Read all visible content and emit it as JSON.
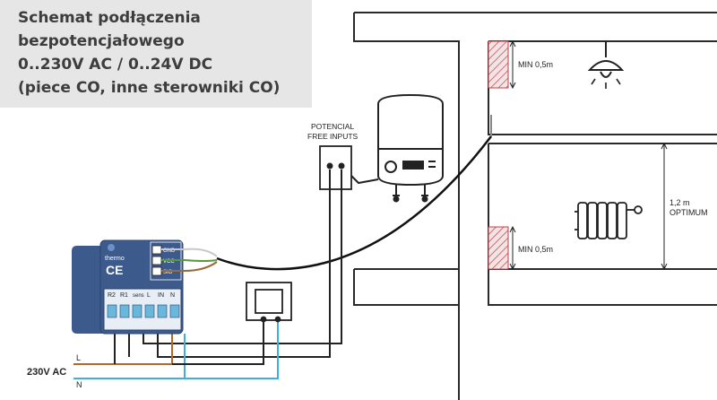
{
  "title": {
    "line1": "Schemat podłączenia",
    "line2": "bezpotencjałowego",
    "line3": "0..230V AC / 0..24V DC",
    "line4": "(piece CO, inne sterowniki CO)"
  },
  "labels": {
    "potencial": "POTENCIAL",
    "free_inputs": "FREE INPUTS",
    "min_top": "MIN 0,5m",
    "min_bottom": "MIN 0,5m",
    "height_value": "1,2 m",
    "height_label": "OPTIMUM",
    "supply": "230V AC",
    "wire_l": "L",
    "wire_n": "N"
  },
  "device": {
    "brand": "thermo",
    "ce": "CE",
    "terminals_right": [
      "GND",
      "VCC",
      "SIG"
    ],
    "terminals_bottom": [
      "R2",
      "R1",
      "sens",
      "L",
      "IN",
      "N"
    ]
  },
  "colors": {
    "wire_l": "#b06a28",
    "wire_n": "#3fb0d8",
    "device_blue": "#3d5a8c",
    "wall_hatch": "#c0404a"
  },
  "icons": [
    "lamp-icon",
    "boiler-icon",
    "radiator-icon",
    "switch-icon",
    "terminal-block-icon"
  ]
}
